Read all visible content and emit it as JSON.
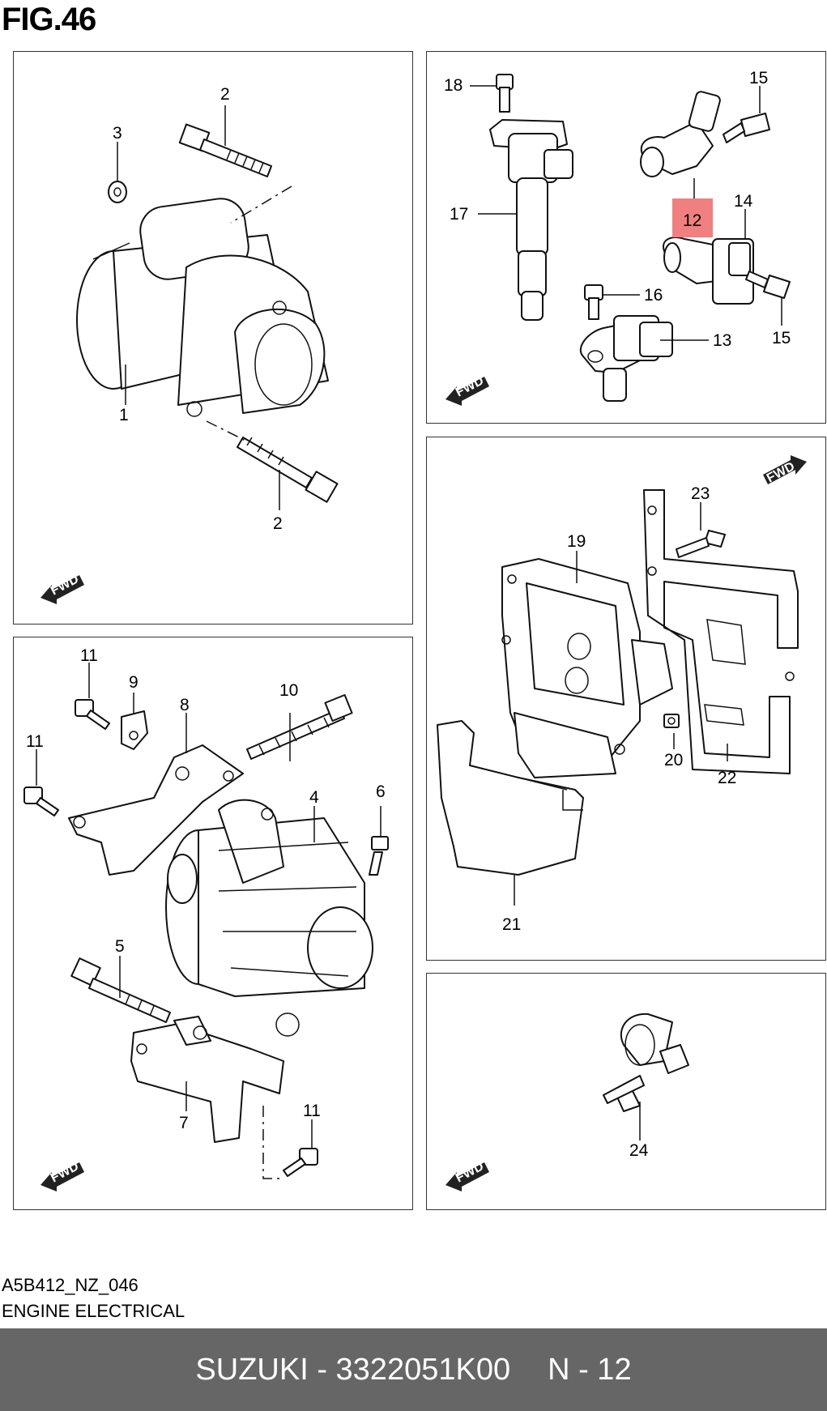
{
  "figure": {
    "title": "FIG.46"
  },
  "direction_label": "FWD",
  "callouts": {
    "c1": "1",
    "c2a": "2",
    "c2b": "2",
    "c3": "3",
    "c4": "4",
    "c5": "5",
    "c6": "6",
    "c7": "7",
    "c8": "8",
    "c9": "9",
    "c10": "10",
    "c11a": "11",
    "c11b": "11",
    "c11c": "11",
    "c12": "12",
    "c13": "13",
    "c14": "14",
    "c15a": "15",
    "c15b": "15",
    "c16": "16",
    "c17": "17",
    "c18": "18",
    "c19": "19",
    "c20": "20",
    "c21": "21",
    "c22": "22",
    "c23": "23",
    "c24": "24"
  },
  "highlight": {
    "callout": "12",
    "color": "#f08080"
  },
  "meta": {
    "ref_code": "A5B412_NZ_046",
    "section": "ENGINE ELECTRICAL"
  },
  "footer": {
    "brand_part": "SUZUKI - 3322051K00",
    "position": "N - 12",
    "background": "#666666"
  }
}
